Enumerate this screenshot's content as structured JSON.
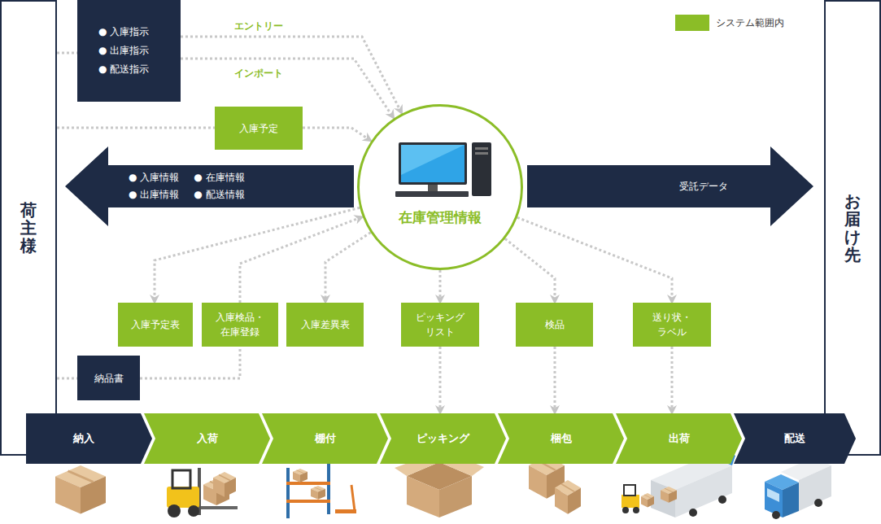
{
  "diagram": {
    "nodes": [
      {
        "text": [
          "荷主様"
        ]
      },
      {
        "text": [
          "お届け先"
        ]
      },
      {
        "text": [
          "● 入庫指示",
          "● 出庫指示",
          "● 配送指示"
        ]
      },
      {
        "text": [
          "入庫予定"
        ]
      },
      {
        "text": [
          "在庫管理情報"
        ]
      },
      {
        "text": [
          "● 入庫情報",
          "● 在庫情報",
          "● 出庫情報",
          "● 配送情報"
        ]
      },
      {
        "text": [
          "受託データ"
        ]
      },
      {
        "text": [
          "入庫予定表"
        ]
      },
      {
        "text": [
          "入庫検品・在庫登録"
        ]
      },
      {
        "text": [
          "入庫差異表"
        ]
      },
      {
        "text": [
          "ピッキングリスト"
        ]
      },
      {
        "text": [
          "検品"
        ]
      },
      {
        "text": [
          "送り状・ラベル"
        ]
      },
      {
        "text": [
          "納品書"
        ]
      },
      {
        "text": [
          "納入"
        ]
      },
      {
        "text": [
          "入荷"
        ]
      },
      {
        "text": [
          "棚付"
        ]
      },
      {
        "text": [
          "ピッキング"
        ]
      },
      {
        "text": [
          "梱包"
        ]
      },
      {
        "text": [
          "出荷"
        ]
      },
      {
        "text": [
          "配送"
        ]
      }
    ],
    "edges": [
      {
        "from": 2,
        "to": 4,
        "label": "エントリー",
        "arrow": "to"
      },
      {
        "from": 2,
        "to": 4,
        "label": "インポート",
        "arrow": "to"
      },
      {
        "from": 0,
        "to": 3,
        "arrow": "none"
      },
      {
        "from": 3,
        "to": 4,
        "arrow": "to"
      },
      {
        "from": 0,
        "to": 2,
        "arrow": "none"
      },
      {
        "from": 4,
        "to": 7,
        "arrow": "to"
      },
      {
        "from": 8,
        "to": 4,
        "arrow": "to"
      },
      {
        "from": 4,
        "to": 9,
        "arrow": "to"
      },
      {
        "from": 0,
        "to": 13,
        "arrow": "none"
      },
      {
        "from": 13,
        "to": 8,
        "arrow": "none"
      },
      {
        "from": 4,
        "to": 10,
        "arrow": "to"
      },
      {
        "from": 10,
        "to": 17,
        "arrow": "to"
      },
      {
        "from": 4,
        "to": 11,
        "arrow": "to"
      },
      {
        "from": 11,
        "to": 18,
        "arrow": "to"
      },
      {
        "from": 4,
        "to": 12,
        "arrow": "to"
      },
      {
        "from": 12,
        "to": 19,
        "arrow": "to"
      }
    ],
    "legend": [
      {
        "text": "システム範囲内",
        "color": "#8bbd27"
      }
    ]
  }
}
